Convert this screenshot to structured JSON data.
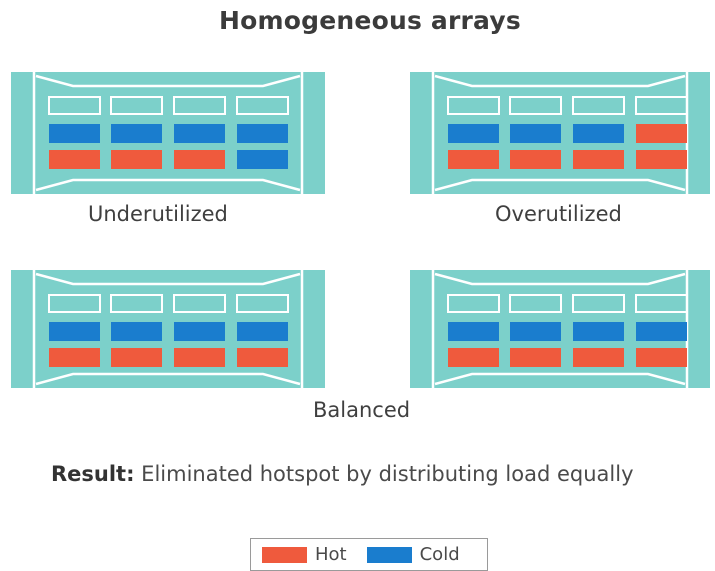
{
  "title": "Homogeneous arrays",
  "colors": {
    "hot": "#ef5a3d",
    "cold": "#1a7dce",
    "array_body": "#7cd0ca",
    "array_outline": "#ffffff"
  },
  "arrays": [
    {
      "id": "underutilized",
      "label": "Underutilized",
      "row1": [
        "cold",
        "cold",
        "cold",
        "cold"
      ],
      "row2": [
        "hot",
        "hot",
        "hot",
        "cold"
      ]
    },
    {
      "id": "overutilized",
      "label": "Overutilized",
      "row1": [
        "cold",
        "cold",
        "cold",
        "hot"
      ],
      "row2": [
        "hot",
        "hot",
        "hot",
        "hot"
      ]
    },
    {
      "id": "balanced-left",
      "label": "",
      "row1": [
        "cold",
        "cold",
        "cold",
        "cold"
      ],
      "row2": [
        "hot",
        "hot",
        "hot",
        "hot"
      ]
    },
    {
      "id": "balanced-right",
      "label": "",
      "row1": [
        "cold",
        "cold",
        "cold",
        "cold"
      ],
      "row2": [
        "hot",
        "hot",
        "hot",
        "hot"
      ]
    }
  ],
  "balanced_label": "Balanced",
  "result": {
    "prefix": "Result:",
    "text": " Eliminated hotspot by distributing load equally"
  },
  "legend": {
    "hot_label": "Hot",
    "cold_label": "Cold"
  }
}
